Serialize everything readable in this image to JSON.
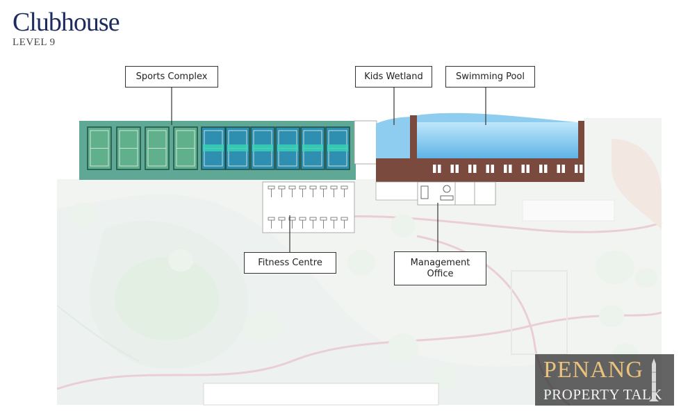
{
  "header": {
    "title": "Clubhouse",
    "level": "LEVEL 9"
  },
  "labels": {
    "sports_complex": "Sports Complex",
    "kids_wetland": "Kids Wetland",
    "swimming_pool": "Swimming Pool",
    "fitness_centre": "Fitness Centre",
    "management_office_line1": "Management",
    "management_office_line2": "Office"
  },
  "watermark": {
    "line1": "PENANG",
    "line2": "PROPERTY TALK"
  },
  "colors": {
    "title": "#1d2c5e",
    "sports_base": "#5fa896",
    "court_green": "#5fb08b",
    "court_blue": "#2f8fb0",
    "pool_water": "#7fc7ec",
    "building_brown": "#7a4a3f",
    "watermark_gold": "#e9c27d"
  }
}
